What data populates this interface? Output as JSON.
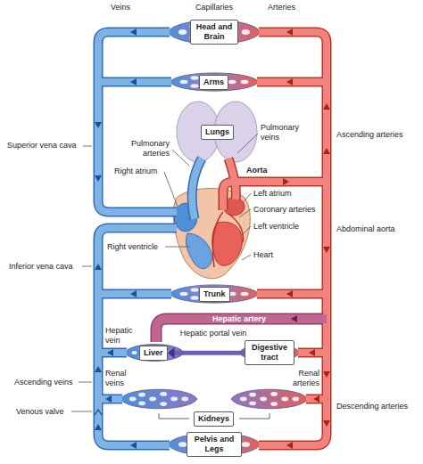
{
  "diagram": {
    "nodes": [
      {
        "text": [
          "Head and Brain"
        ]
      },
      {
        "text": [
          "Arms"
        ]
      },
      {
        "text": [
          "Lungs"
        ]
      },
      {
        "text": [
          "Trunk"
        ]
      },
      {
        "text": [
          "Liver"
        ]
      },
      {
        "text": [
          "Digestive tract"
        ]
      },
      {
        "text": [
          "Kidneys"
        ]
      },
      {
        "text": [
          "Pelvis and Legs"
        ]
      }
    ],
    "edges": [
      {
        "from": 5,
        "to": 4,
        "arrow": "to",
        "label": "Hepatic portal vein"
      }
    ],
    "labels": [
      "Veins",
      "Capillaries",
      "Arteries",
      "Superior vena cava",
      "Pulmonary arteries",
      "Right atrium",
      "Pulmonary veins",
      "Ascending arteries",
      "Aorta",
      "Left atrium",
      "Coronary arteries",
      "Left ventricle",
      "Abdominal aorta",
      "Right ventricle",
      "Heart",
      "Inferior vena cava",
      "Hepatic artery",
      "Hepatic vein",
      "Ascending veins",
      "Renal veins",
      "Renal arteries",
      "Venous valve",
      "Descending arteries"
    ]
  }
}
